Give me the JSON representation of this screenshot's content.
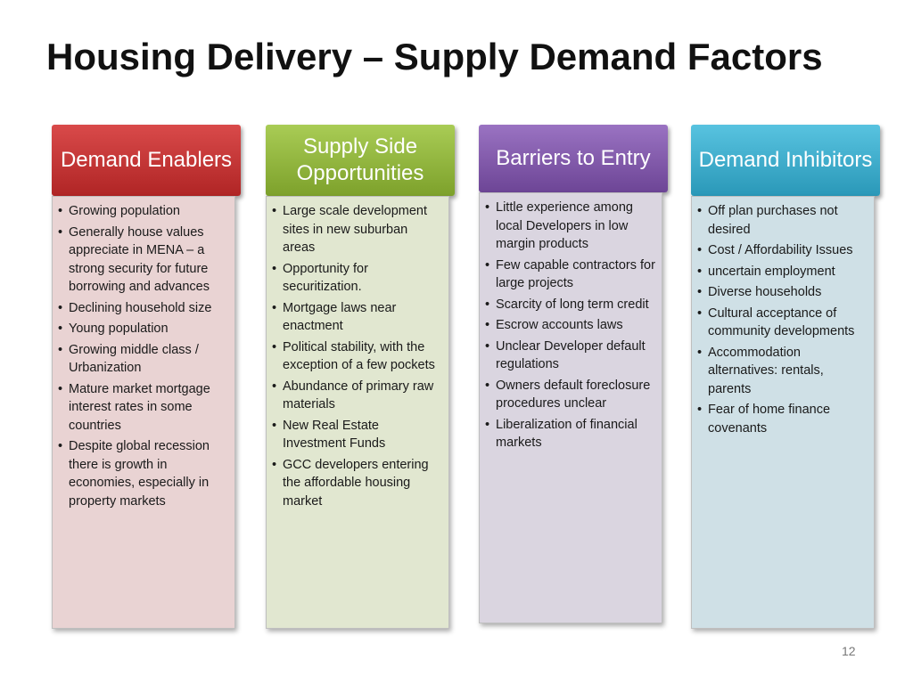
{
  "title": "Housing Delivery – Supply Demand Factors",
  "columns": [
    {
      "header": "Demand Enablers",
      "items": [
        "Growing population",
        "Generally house values appreciate in MENA – a strong security for future borrowing and advances",
        "Declining household size",
        "Young population",
        "Growing middle class / Urbanization",
        "Mature market mortgage interest rates in some countries",
        "Despite global recession there is growth in economies, especially in property markets"
      ]
    },
    {
      "header": "Supply Side Opportunities",
      "items": [
        "Large scale development sites in new suburban areas",
        "Opportunity for securitization.",
        "Mortgage laws near enactment",
        "Political stability, with the exception of a few pockets",
        "Abundance of primary raw materials",
        "New Real Estate Investment Funds",
        "GCC developers entering the affordable housing market"
      ]
    },
    {
      "header": "Barriers to Entry",
      "items": [
        "Little experience among local Developers in low margin products",
        "Few capable contractors for large projects",
        "Scarcity of long term credit",
        "Escrow accounts laws",
        "Unclear Developer default regulations",
        "Owners default foreclosure procedures unclear",
        "Liberalization of financial markets"
      ]
    },
    {
      "header": "Demand Inhibitors",
      "items": [
        "Off plan purchases not desired",
        "Cost / Affordability Issues",
        "uncertain employment",
        "Diverse households",
        "Cultural acceptance of community developments",
        "Accommodation alternatives: rentals, parents",
        "Fear of home finance covenants"
      ]
    }
  ],
  "page_number": "12"
}
